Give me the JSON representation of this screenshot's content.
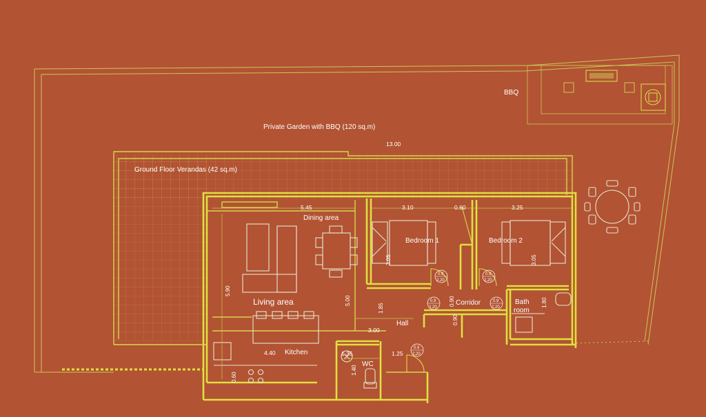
{
  "labels": {
    "bbq": "BBQ",
    "garden": "Private Garden with BBQ (120 sq.m)",
    "verandas": "Ground Floor Verandas (42 sq.m)",
    "dining": "Dining area",
    "living": "Living area",
    "kitchen": "Kitchen",
    "bedroom1": "Bedroom 1",
    "bedroom2": "Bedroom 2",
    "corridor": "Corridor",
    "bath1": "Bath",
    "bath2": "room",
    "hall": "Hall",
    "wc": "WC"
  },
  "dimensions": {
    "d1300": "13.00",
    "d545": "5.45",
    "d310": "3.10",
    "d060a": "0.60",
    "d325": "3.25",
    "d590": "5.90",
    "d500": "5.00",
    "d305a": "3.05",
    "d305b": "3.05",
    "d185": "1.85",
    "d300": "3.00",
    "d090a": "0.90",
    "d090b": "0.90",
    "d180": "1.80",
    "d440": "4.40",
    "d135": "1.35",
    "d125": "1.25",
    "d060b": "0.60",
    "d140": "1.40"
  },
  "door_tags": {
    "t1a": "0.9",
    "t1b": "2.20",
    "t2a": "0.9",
    "t2b": "2.20",
    "t3a": "0.9",
    "t3b": "2.20",
    "t4a": "0.9",
    "t4b": "2.20",
    "t5a": "0.9",
    "t5b": "2.20"
  }
}
